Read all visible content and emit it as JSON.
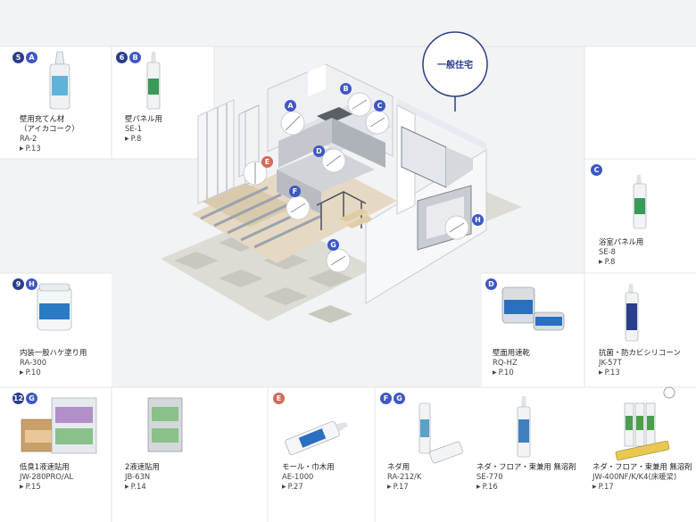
{
  "house_label": "一般住宅",
  "callouts": [
    "A",
    "B",
    "C",
    "D",
    "E",
    "F",
    "G",
    "H"
  ],
  "products": {
    "p5a": {
      "num": "5",
      "letter": "A",
      "name": "壁用充てん材",
      "name2": "（アイカコーク）",
      "code": "RA-2",
      "page": "P.13"
    },
    "p6b": {
      "num": "6",
      "letter": "B",
      "name": "壁パネル用",
      "code": "SE-1",
      "page": "P.8"
    },
    "pc": {
      "letter": "C",
      "name": "浴室パネル用",
      "code": "SE-8",
      "page": "P.8"
    },
    "p9h": {
      "num": "9",
      "letter": "H",
      "name": "内装一般ハケ塗り用",
      "code": "RA-300",
      "page": "P.10"
    },
    "pd1": {
      "letter": "D",
      "name": "壁面用速乾",
      "code": "RQ-HZ",
      "page": "P.10"
    },
    "pd2": {
      "name": "抗菌・防カビシリコーン",
      "code": "JK-57T",
      "page": "P.13"
    },
    "p12g": {
      "num": "12",
      "letter": "G",
      "name": "低臭1液速貼用",
      "code": "JW-280PRO/AL",
      "page": "P.15"
    },
    "p2l": {
      "name": "2液速貼用",
      "code": "JB-63N",
      "page": "P.14"
    },
    "pe": {
      "letter": "E",
      "name": "モール・巾木用",
      "code": "AE-1000",
      "page": "P.27"
    },
    "pfg1": {
      "letter1": "F",
      "letter2": "G",
      "name": "ネダ用",
      "code": "RA-212/K",
      "page": "P.17"
    },
    "pfg2": {
      "name": "ネダ・フロア・束兼用 無溶剤",
      "code": "SE-770",
      "page": "P.16"
    },
    "pfg3": {
      "name": "ネダ・フロア・束兼用 無溶剤",
      "code": "JW-400NF/K/K4(床暖梁)",
      "page": "P.17"
    }
  },
  "colors": {
    "badge_num": "#2a3e8c",
    "badge_letter": "#3f57c4",
    "badge_e": "#cf6b5a",
    "house_wall": "#ffffff",
    "floor_wood": "#e6d9c3"
  }
}
